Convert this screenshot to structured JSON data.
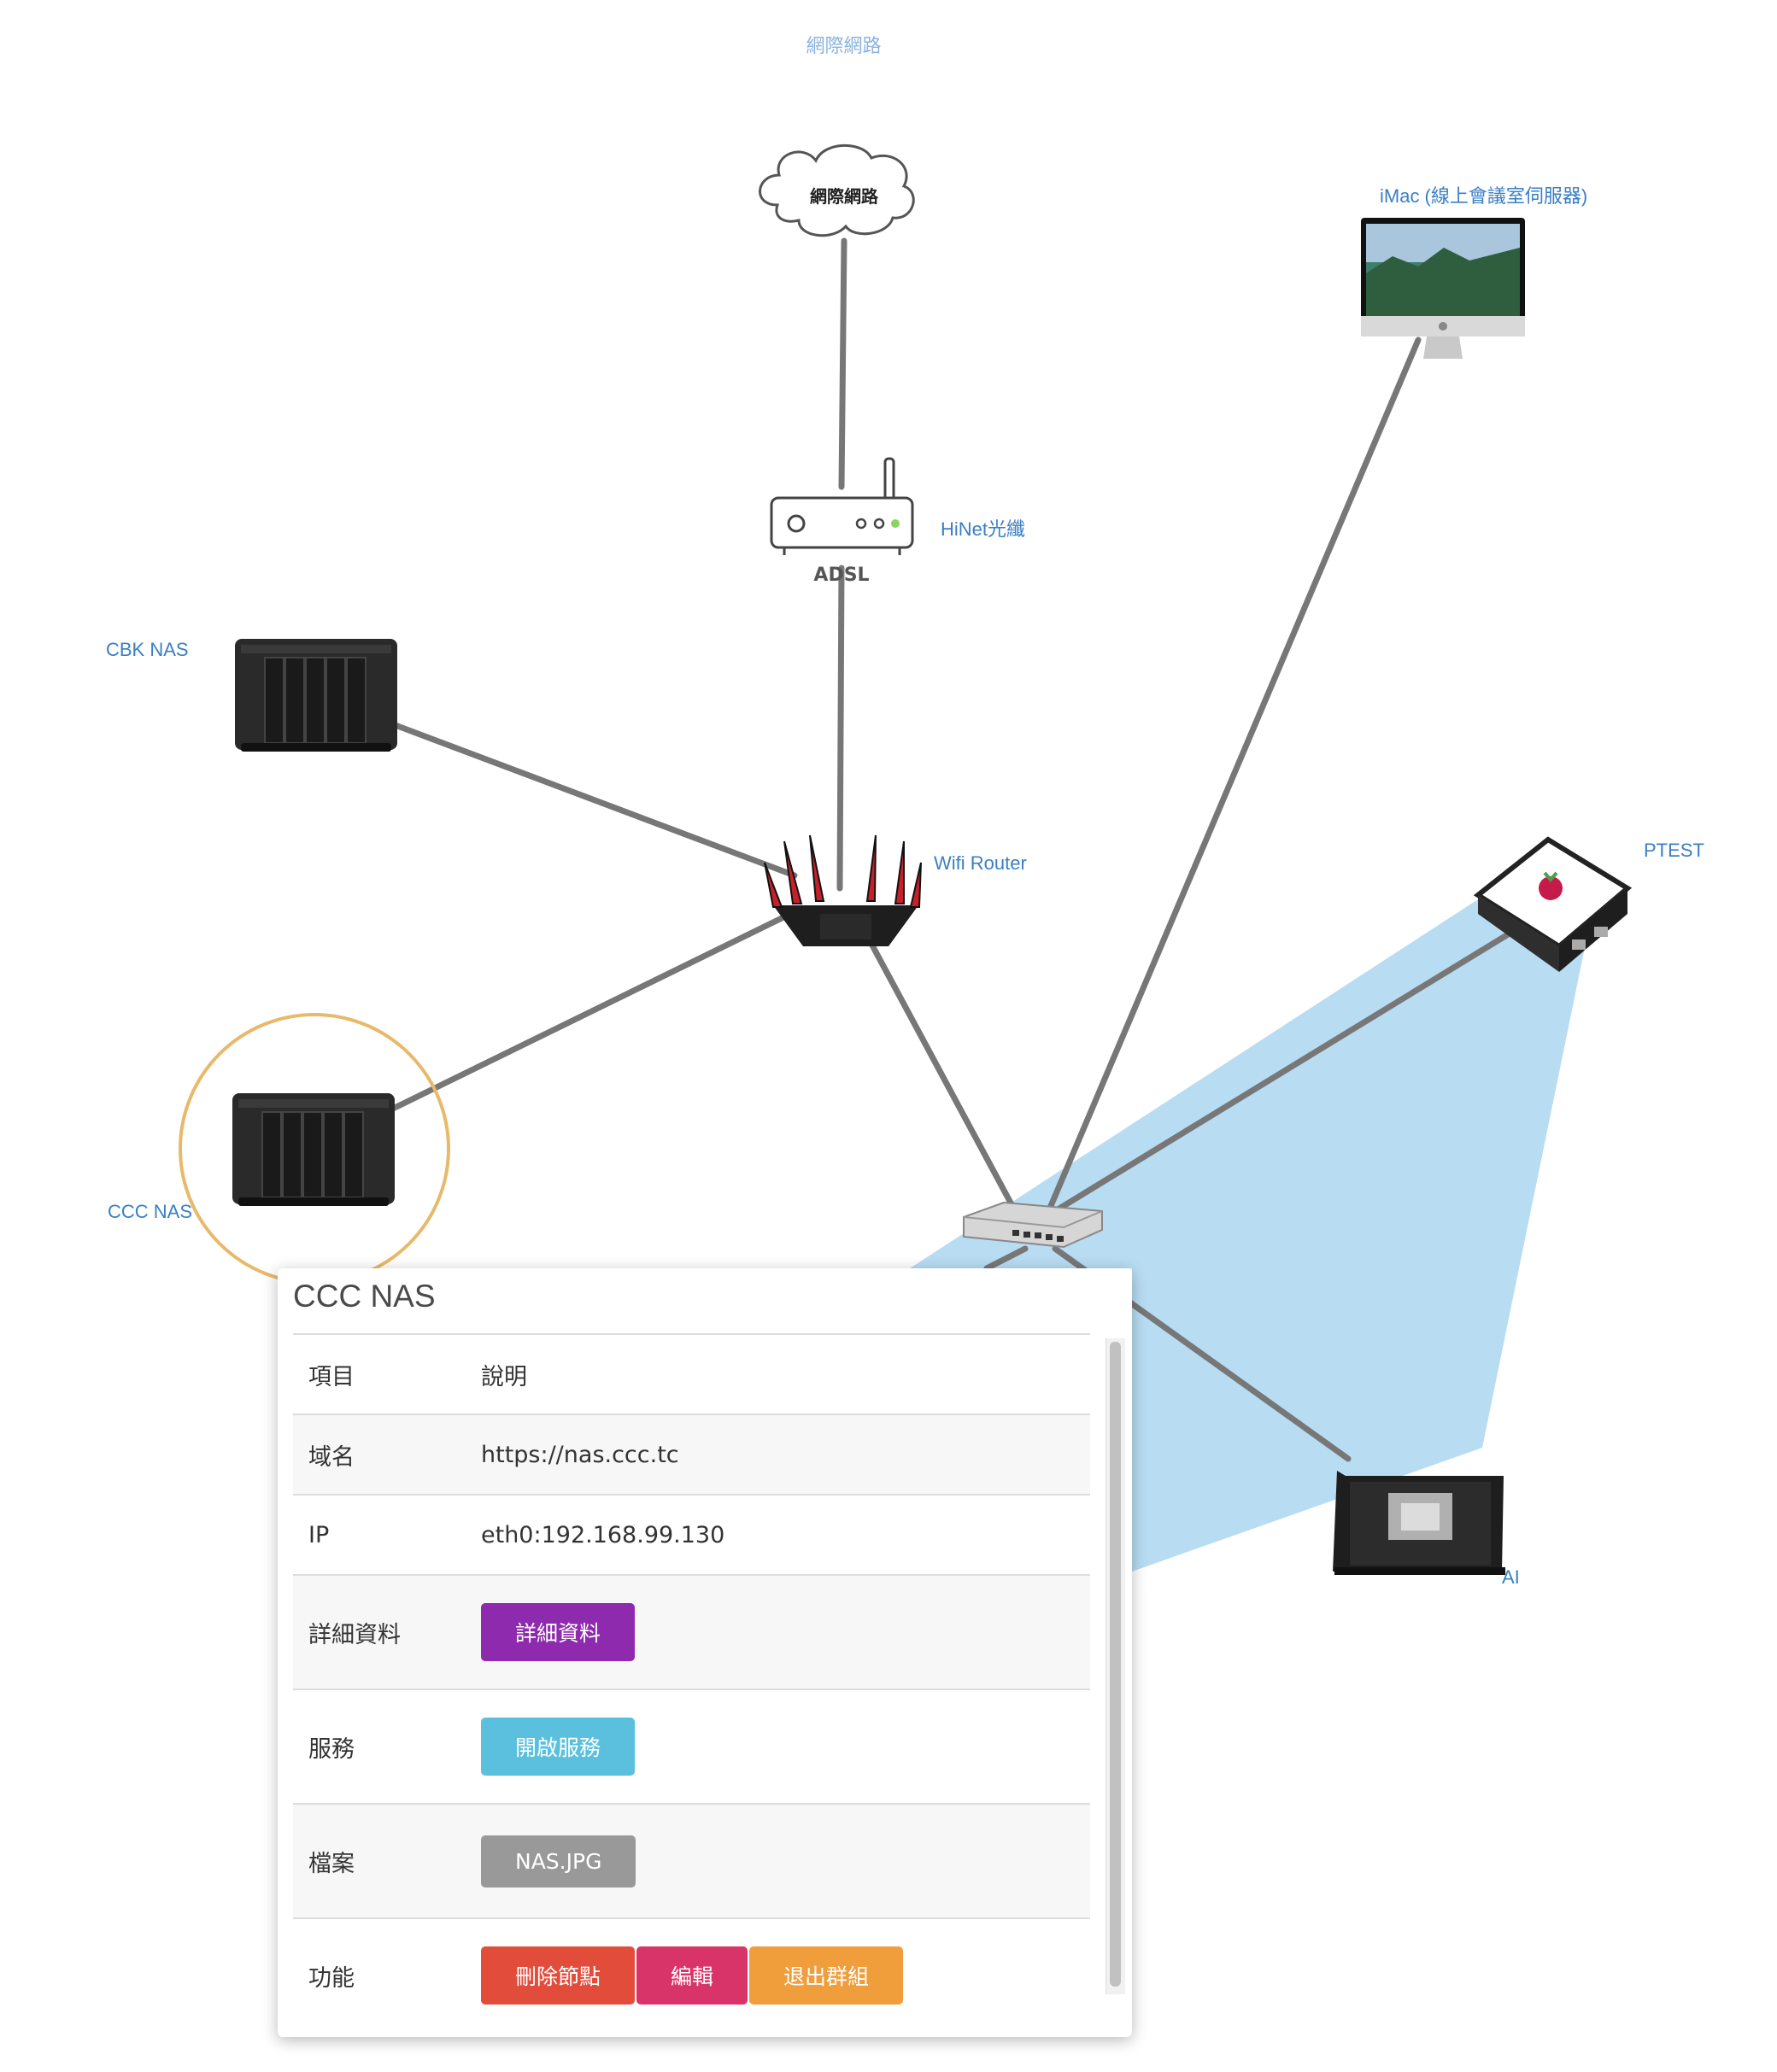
{
  "graph": {
    "title": "網際網路",
    "nodes": {
      "internet": {
        "label": "網際網路"
      },
      "adsl": {
        "label": "HiNet光纖",
        "device_text": "ADSL"
      },
      "imac": {
        "label": "iMac (線上會議室伺服器)"
      },
      "cbk_nas": {
        "label": "CBK NAS"
      },
      "ccc_nas": {
        "label": "CCC NAS"
      },
      "wifi_router": {
        "label": "Wifi Router"
      },
      "ptest": {
        "label": "PTEST"
      },
      "ai": {
        "label": "AI"
      },
      "switch": {
        "label": ""
      }
    },
    "colors": {
      "link": "#777777",
      "group_fill": "#b8dcf2",
      "selection_ring": "#e8b96a",
      "label": "#3a7fc4"
    }
  },
  "panel": {
    "title": "CCC NAS",
    "header": {
      "item": "項目",
      "desc": "說明"
    },
    "rows": {
      "domain": {
        "label": "域名",
        "value": "https://nas.ccc.tc"
      },
      "ip": {
        "label": "IP",
        "value": "eth0:192.168.99.130"
      },
      "detail": {
        "label": "詳細資料",
        "button": "詳細資料"
      },
      "service": {
        "label": "服務",
        "button": "開啟服務"
      },
      "file": {
        "label": "檔案",
        "button": "NAS.JPG"
      },
      "functions": {
        "label": "功能",
        "delete": "刪除節點",
        "edit": "編輯",
        "leave": "退出群組"
      }
    }
  }
}
